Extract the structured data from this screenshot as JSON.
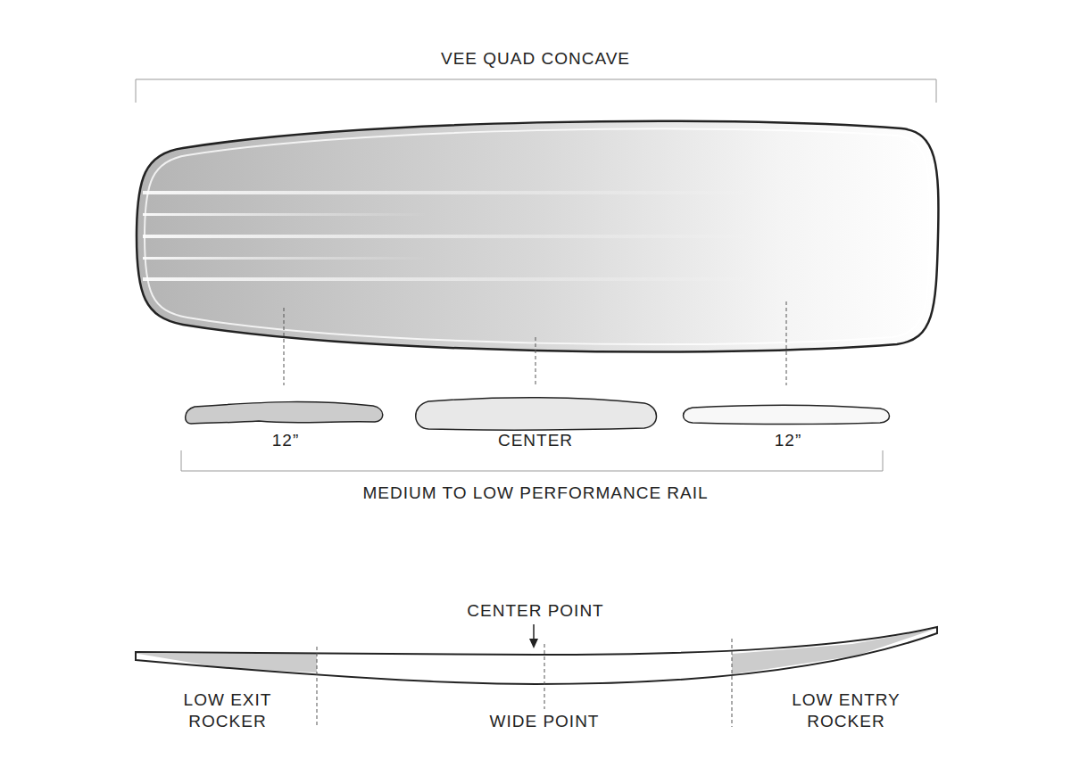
{
  "diagram": {
    "labels": [
      "VEE QUAD CONCAVE",
      "12”",
      "CENTER",
      "12”",
      "MEDIUM TO LOW PERFORMANCE RAIL",
      "CENTER POINT",
      "LOW EXIT ROCKER",
      "WIDE POINT",
      "LOW ENTRY ROCKER"
    ]
  }
}
